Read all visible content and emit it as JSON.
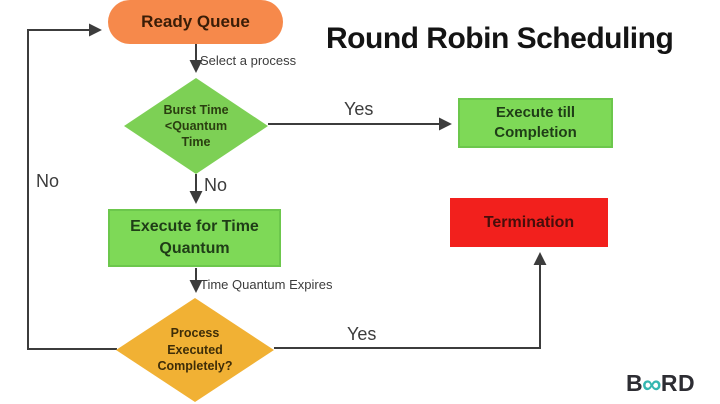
{
  "title": "Round Robin Scheduling",
  "nodes": {
    "ready_queue": {
      "label": "Ready Queue",
      "color": "#F6894B"
    },
    "burst_check": {
      "lines": [
        "Burst Time",
        "<Quantum",
        "Time"
      ],
      "color": "#7DD055"
    },
    "execute_till_completion": {
      "lines": [
        "Execute till",
        "Completion"
      ],
      "color": "#7ED957"
    },
    "execute_for_time_quantum": {
      "lines": [
        "Execute for Time",
        "Quantum"
      ],
      "color": "#7ED957"
    },
    "termination": {
      "label": "Termination",
      "color": "#F2201D"
    },
    "process_executed_check": {
      "lines": [
        "Process",
        "Executed",
        "Completely?"
      ],
      "color": "#F1B134"
    }
  },
  "edge_labels": {
    "select_process": "Select a process",
    "yes_top": "Yes",
    "no_middle": "No",
    "no_left": "No",
    "time_quantum_expires": "Time Quantum Expires",
    "yes_bottom": "Yes"
  },
  "logo": {
    "prefix": "B",
    "infinity": "∞",
    "suffix": "RD",
    "accent_color": "#35B7B1",
    "text_color": "#2D2D33"
  }
}
